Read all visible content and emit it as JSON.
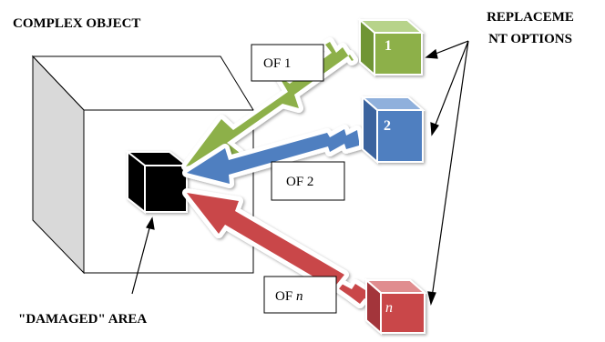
{
  "diagram": {
    "title": "COMPLEX OBJECT",
    "replacement_label_line1": "REPLACEME",
    "replacement_label_line2": "NT OPTIONS",
    "damaged_label": "\"DAMAGED\" AREA",
    "options": [
      {
        "id": "1",
        "cube_label": "1",
        "of_label": "OF 1",
        "italic": false,
        "color": "#8db049"
      },
      {
        "id": "2",
        "cube_label": "2",
        "of_label": "OF 2",
        "italic": false,
        "color": "#4f7fc0"
      },
      {
        "id": "n",
        "cube_label": "n",
        "of_label": "OF n",
        "of_prefix": "OF ",
        "of_var": "n",
        "italic": true,
        "color": "#c9474a"
      }
    ]
  }
}
